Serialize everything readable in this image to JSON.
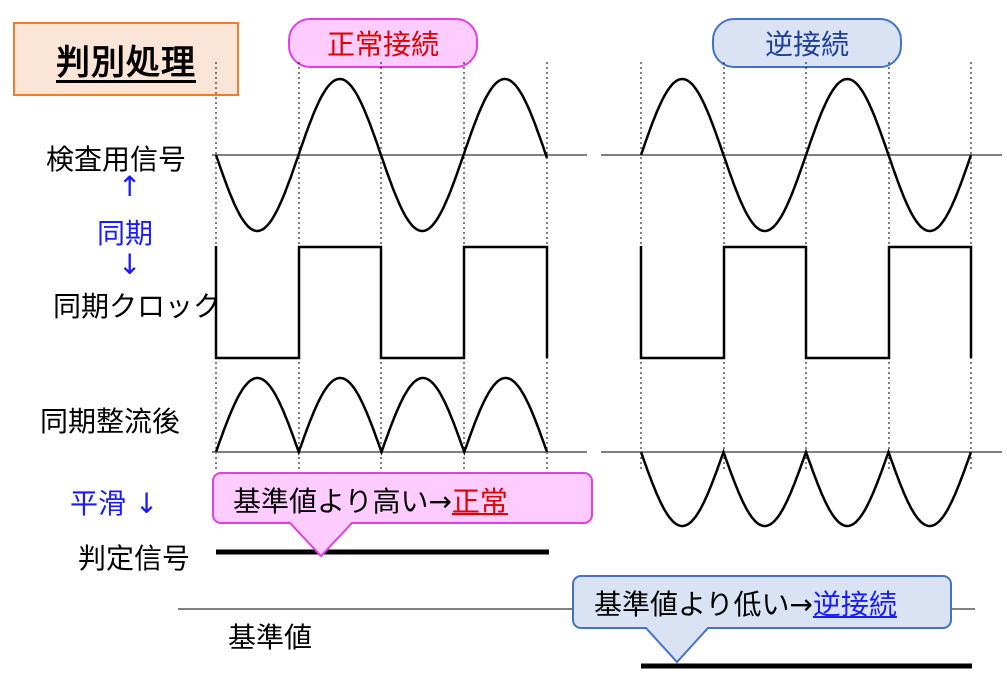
{
  "title": "判別処理",
  "headers": {
    "normal": "正常接続",
    "reverse": "逆接続"
  },
  "row_labels": {
    "test_signal": "検査用信号",
    "sync_up_arrow": "↑",
    "sync": "同期",
    "sync_down_arrow": "↓",
    "sync_clock": "同期クロック",
    "sync_rectified": "同期整流後",
    "smoothing": "平滑 ↓",
    "judgment_signal": "判定信号",
    "reference": "基準値"
  },
  "callouts": {
    "normal": {
      "prefix": "基準値より高い→",
      "result": "正常"
    },
    "reverse": {
      "prefix": "基準値より低い→",
      "result": "逆接続"
    }
  },
  "colors": {
    "title_fill": "#fbe5d6",
    "title_border": "#ed7d31",
    "normal_fill": "#ffccff",
    "normal_border": "#e040e0",
    "normal_text": "#e00000",
    "reverse_fill": "#dae3f3",
    "reverse_border": "#4472c4",
    "reverse_text": "#1a1aff",
    "axis_gray": "#808080"
  }
}
